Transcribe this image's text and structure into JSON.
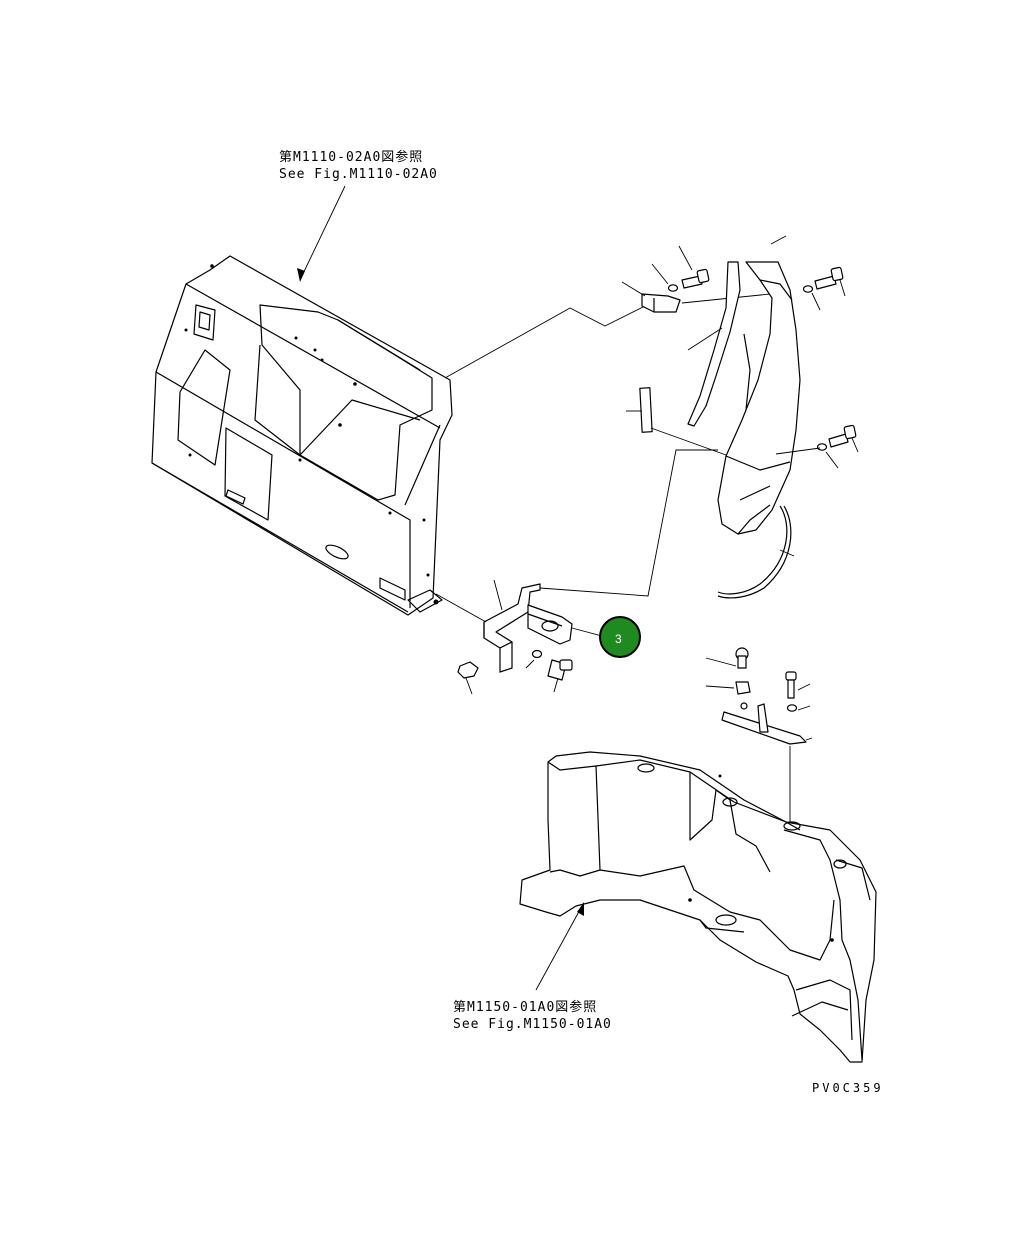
{
  "figure": {
    "reference_top": {
      "line_jp": "第M1110-02A0図参照",
      "line_en": "See Fig.M1110-02A0"
    },
    "reference_bottom": {
      "line_jp": "第M1150-01A0図参照",
      "line_en": "See Fig.M1150-01A0"
    },
    "drawing_number": "PV0C359",
    "callout_badge": {
      "label": "3",
      "color": "#1f8a1f",
      "border_color": "#000000"
    }
  }
}
